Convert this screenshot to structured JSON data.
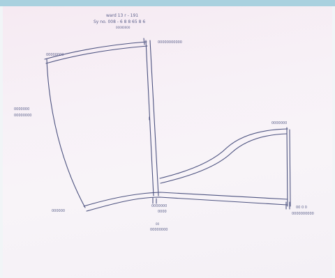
{
  "header": {
    "line1": "ward 13  r - 191",
    "line2": "Sy no. 008 - 6 8 8 65 8 6",
    "line3": "00000000"
  },
  "labels": {
    "top_left": "00000000",
    "top_right": "00000000000",
    "left_side_1": "0000000",
    "left_side_2": "00000000",
    "right_top": "0000000",
    "bottom_left": "000000",
    "bottom_center_1": "0000000",
    "bottom_center_2": "0000",
    "bottom_right_1": "00 0 0",
    "bottom_right_2": "0000000000",
    "below_center_1": "00",
    "below_center_2": "00000000"
  },
  "colors": {
    "ink": "#4d5380",
    "paper": "#f7f1f7",
    "top_bar": "#a9d1df"
  }
}
